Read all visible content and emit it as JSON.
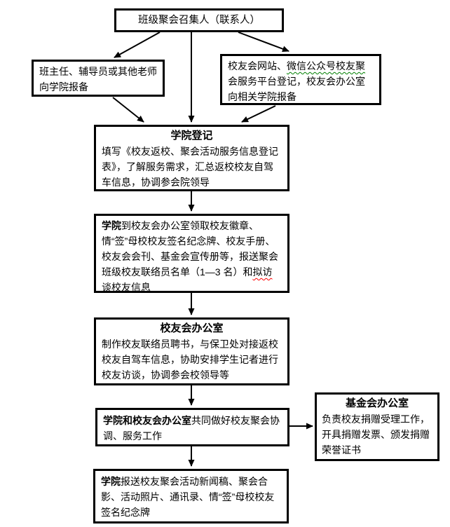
{
  "diagram": {
    "type": "flowchart",
    "colors": {
      "background": "#ffffff",
      "box_border": "#000000",
      "text": "#000000",
      "arrow": "#000000",
      "grammar_underline_green": "#008000",
      "spelling_underline_red": "#ff0000"
    },
    "nodes": {
      "organizer": {
        "label": "班级聚会召集人（联系人）"
      },
      "teacher_report": {
        "body": "班主任、辅导员或其他老师向学院报备"
      },
      "platform_register": {
        "body_start": "校友会网站、",
        "body_marked_green": "微信公众号校友聚",
        "body_end": "会服务平台登记，校友会办公室向相关学院报备"
      },
      "college_register": {
        "title": "学院登记",
        "body": "填写《校友返校、聚会活动服务信息登记表》，了解服务需求，汇总返校校友自驾车信息，协调参会院领导"
      },
      "college_pickup": {
        "bold_prefix": "学院",
        "body_start": "到校友会办公室领取校友徽章、情“签”母校校友签名纪念牌、校友手册、校友会会刊、基金会宣传册等，报送聚会班级校友联络员名单（1—3 名）和",
        "body_marked_red": "拟访谈",
        "body_end": "校友信息"
      },
      "alumni_office": {
        "title": "校友会办公室",
        "body": "制作校友联络员聘书，与保卫处对接返校校友自驾车信息，协助安排学生记者进行校友访谈，协调参会校领导等"
      },
      "joint_work": {
        "bold_prefix": "学院和校友会办公室",
        "body": "共同做好校友聚会协调、服务工作"
      },
      "foundation_office": {
        "title": "基金会办公室",
        "body": "负责校友捐赠受理工作，开具捐赠发票、颁发捐赠荣誉证书"
      },
      "college_submit": {
        "bold_prefix": "学院",
        "body": "报送校友聚会活动新闻稿、聚会合影、活动照片、通讯录、情“签”母校校友签名纪念牌"
      }
    }
  }
}
